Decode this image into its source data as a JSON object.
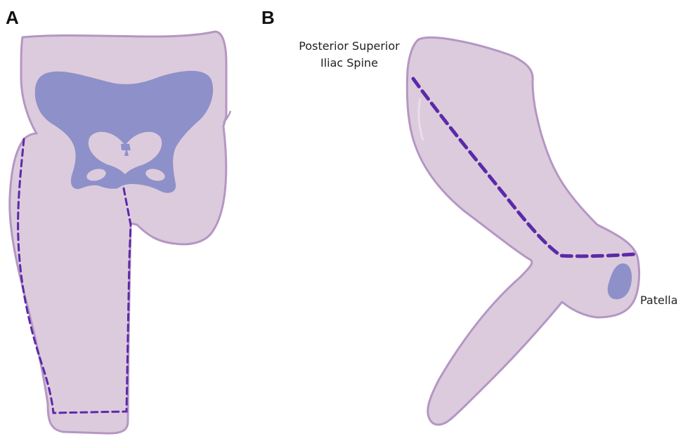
{
  "panels": [
    {
      "letter": "A"
    },
    {
      "letter": "B"
    }
  ],
  "labels": {
    "psis_line1": "Posterior Superior",
    "psis_line2": "Iliac Spine",
    "patella": "Patella"
  },
  "colors": {
    "skin_fill": "#dccbdc",
    "skin_outline": "#b596c4",
    "bone_fill": "#8e90c9",
    "incision_dash": "#5b2aa8"
  }
}
